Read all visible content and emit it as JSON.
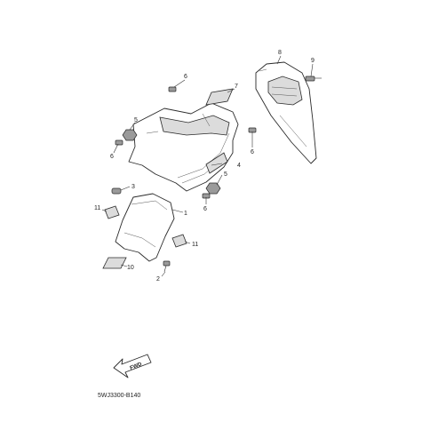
{
  "diagram": {
    "drawing_code": "5WJ3300-B140",
    "fwd_label": "FWD",
    "callouts": {
      "part_1": "1",
      "part_2": "2",
      "part_3": "3",
      "part_4": "4",
      "part_5_upper": "5",
      "part_5_lower": "5",
      "part_6_top": "6",
      "part_6_left": "6",
      "part_6_right": "6",
      "part_6_bottom": "6",
      "part_7": "7",
      "part_8": "8",
      "part_9": "9",
      "part_10": "10",
      "part_11_left": "11",
      "part_11_right": "11"
    }
  }
}
